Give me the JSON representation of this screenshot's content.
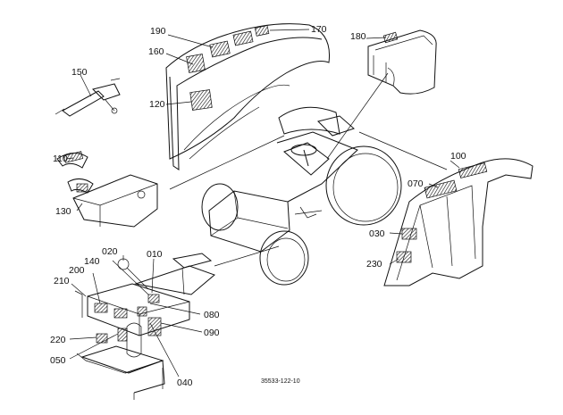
{
  "diagram": {
    "callouts": [
      "190",
      "160",
      "170",
      "180",
      "150",
      "120",
      "110",
      "130",
      "100",
      "070",
      "030",
      "230",
      "020",
      "010",
      "140",
      "200",
      "210",
      "080",
      "090",
      "220",
      "050",
      "040"
    ],
    "drawing_number": "35533-122-10"
  }
}
